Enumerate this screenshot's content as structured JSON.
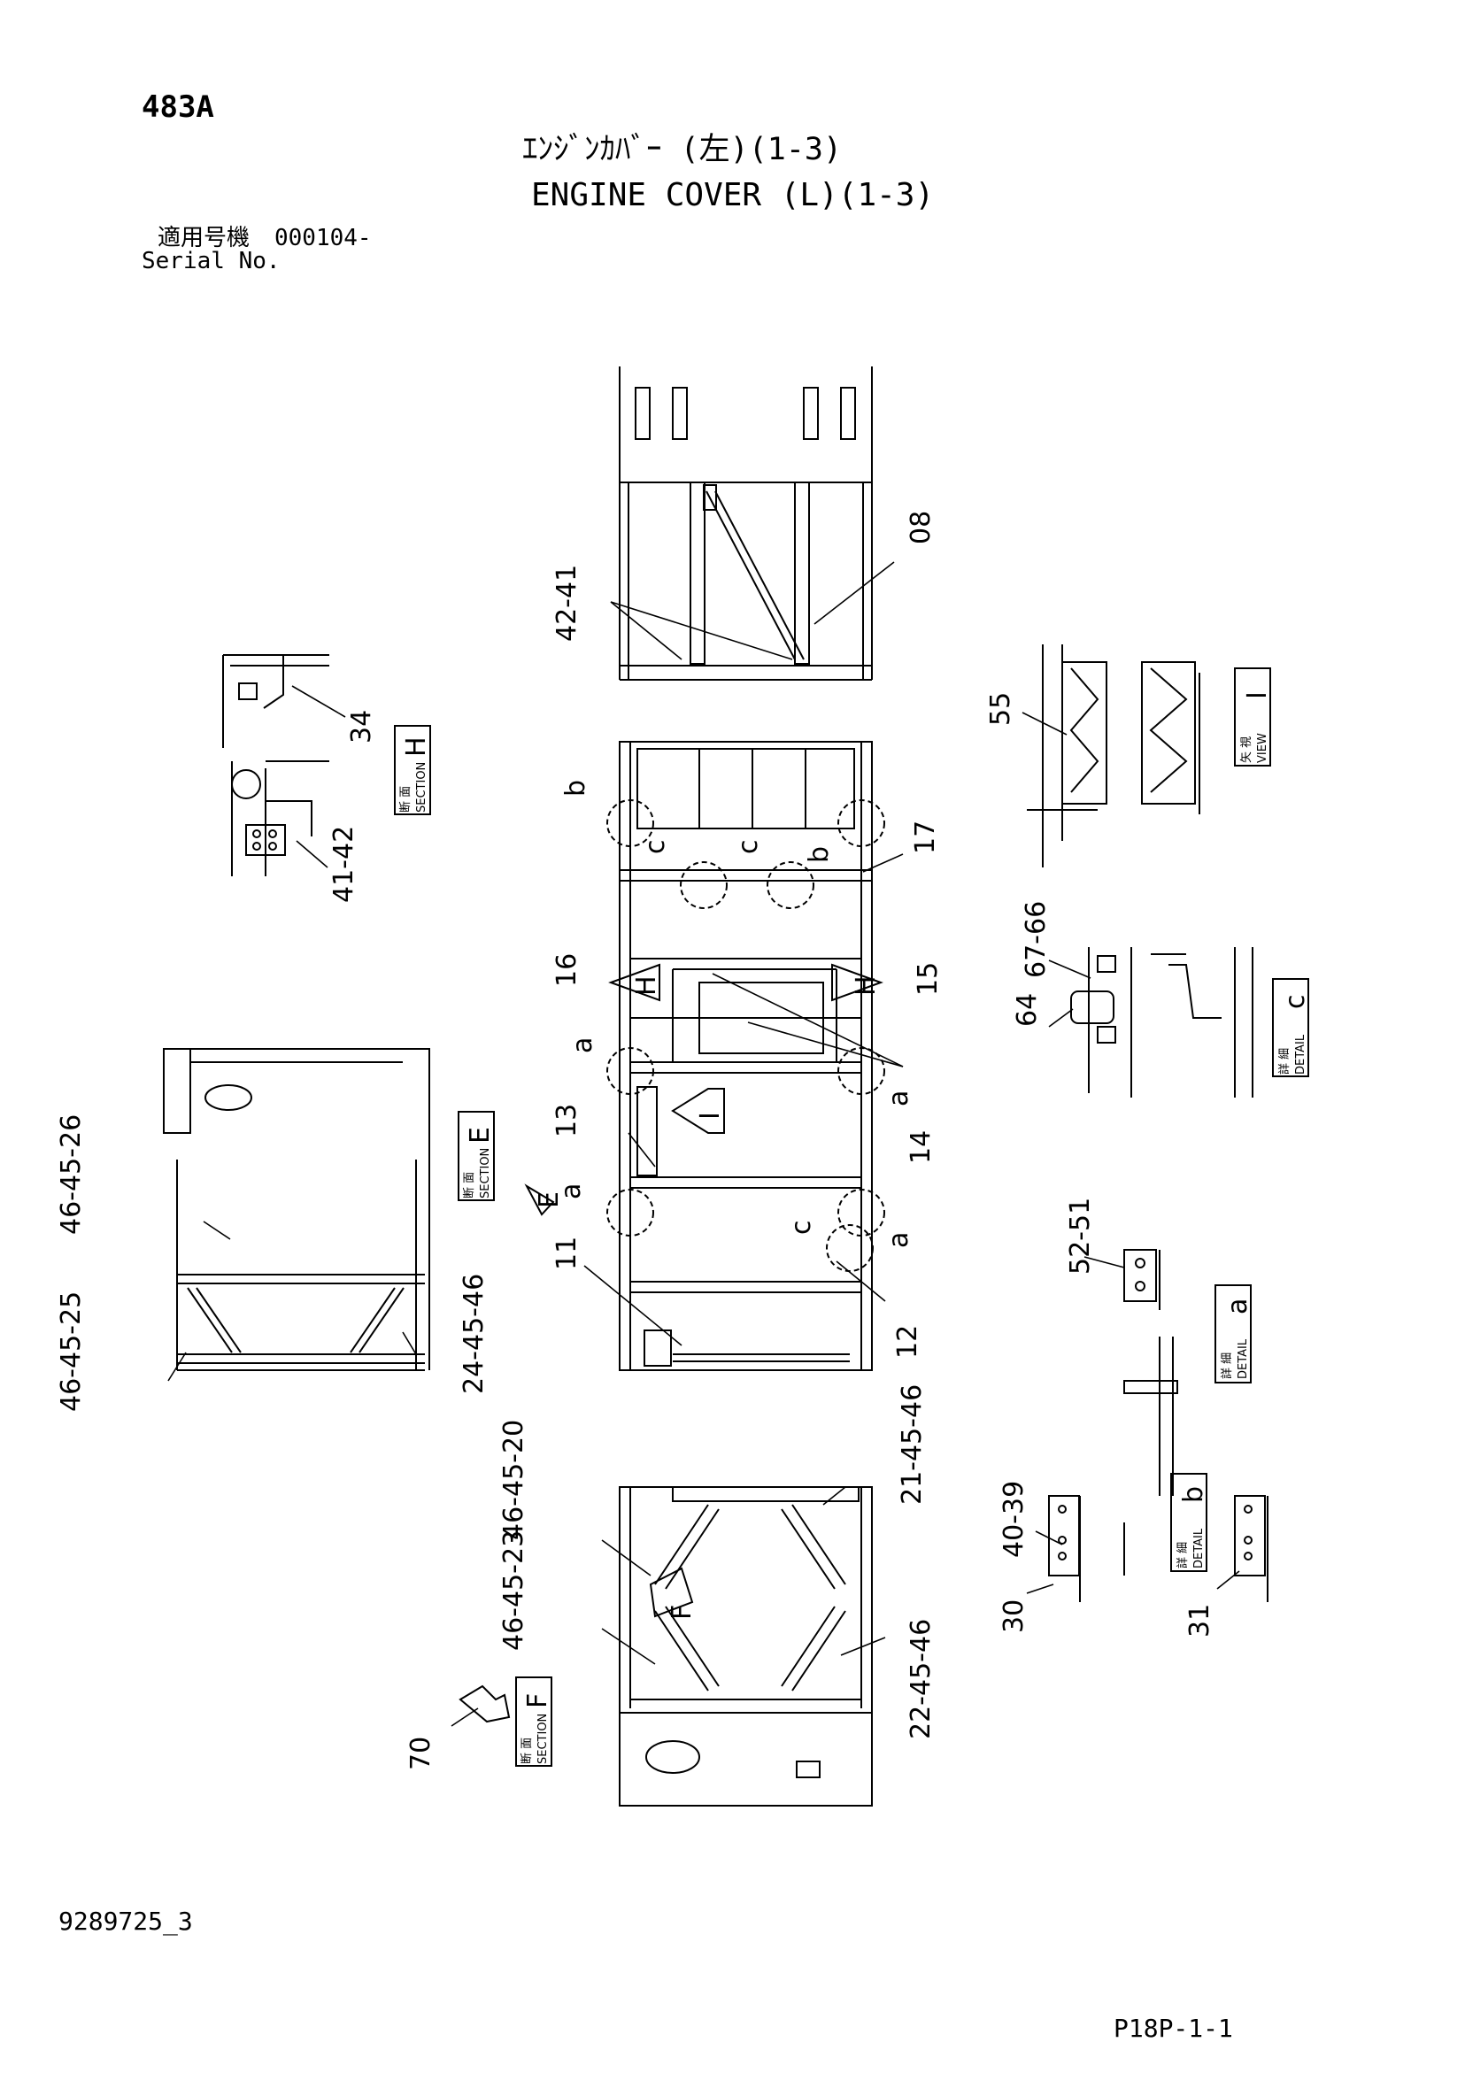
{
  "header": {
    "model": "483A",
    "title_jp": "ｴﾝｼﾞﾝｶﾊﾞｰ (左)(1-3)",
    "title_en": "ENGINE COVER (L)(1-3)",
    "serial_label_jp": "適用号機",
    "serial_value": "000104-",
    "serial_label_en": "Serial No."
  },
  "footer": {
    "document_number": "9289725_3",
    "page_reference": "P18P-1-1"
  },
  "section_labels": {
    "section_jp": "断 面",
    "section_en": "SECTION",
    "detail_jp": "詳 細",
    "detail_en": "DETAIL",
    "view_jp": "矢 視",
    "view_en": "VIEW"
  },
  "sections": {
    "H": "H",
    "E": "E",
    "F": "F",
    "C": "c",
    "A": "a",
    "B": "b",
    "I": "I"
  },
  "callouts": {
    "c08": "08",
    "c4241_top": "42-41",
    "c34": "34",
    "c4142_h": "41-42",
    "c55": "55",
    "c17": "17",
    "c16": "16",
    "c15": "15",
    "c14": "14",
    "c13": "13",
    "c11": "11",
    "c12": "12",
    "c6766": "67-66",
    "c64": "64",
    "c5251": "52-51",
    "c464526": "46-45-26",
    "c464525": "46-45-25",
    "c244546": "24-45-46",
    "c464520": "46-45-20",
    "c214546": "21-45-46",
    "c464523": "46-45-23",
    "c224546": "22-45-46",
    "c4039": "40-39",
    "c30": "30",
    "c31": "31",
    "c70": "70"
  },
  "markers": {
    "a": "a",
    "b": "b",
    "c": "c"
  }
}
